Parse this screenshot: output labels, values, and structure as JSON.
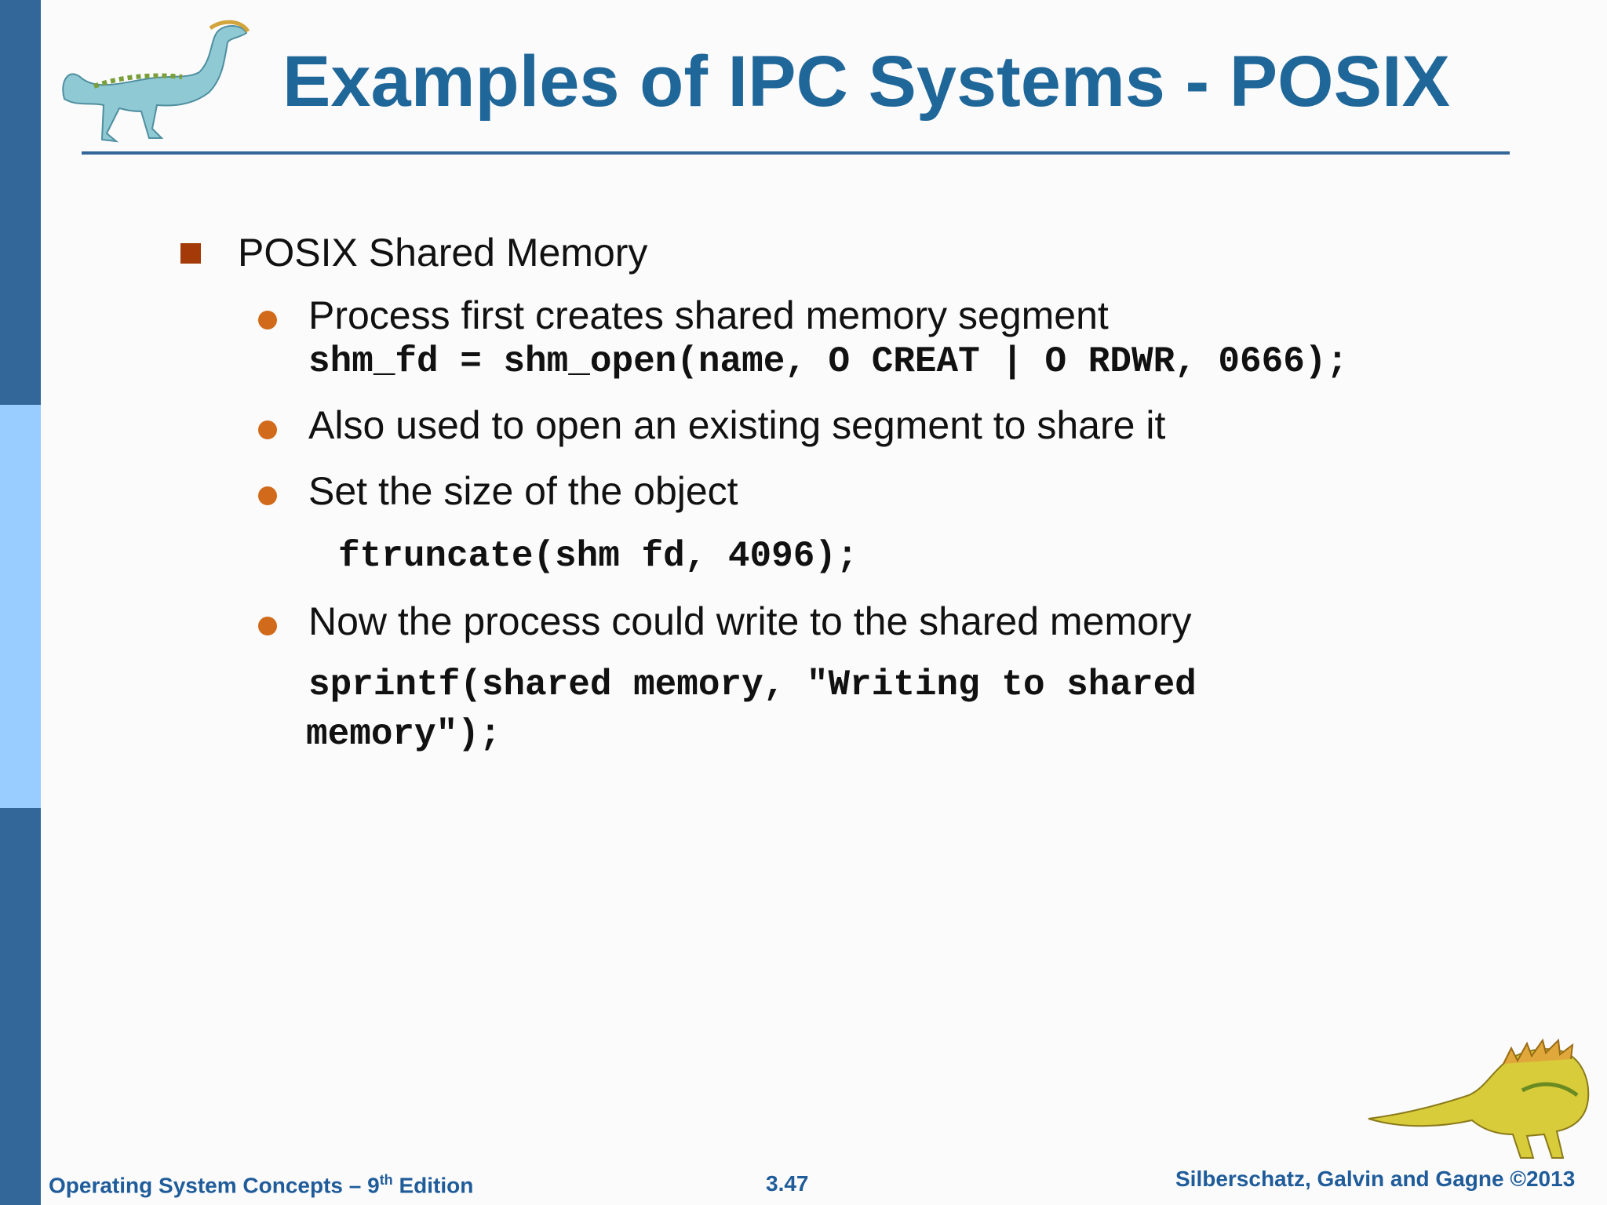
{
  "slide": {
    "title": "Examples of IPC Systems - POSIX",
    "heading": "POSIX Shared Memory",
    "points": {
      "p1": "Process first creates shared memory segment",
      "p2": "Also used to open an existing segment to share it",
      "p3": "Set the size of the object",
      "p4": "Now the process could write to the shared memory"
    },
    "code": {
      "shm_open": "shm_fd = shm_open(name, O CREAT | O RDWR, 0666);",
      "ftruncate": "ftruncate(shm fd, 4096);",
      "sprintf_line1": "sprintf(shared memory, \"Writing to shared",
      "sprintf_line2": "memory\");"
    }
  },
  "footer": {
    "book": "Operating System Concepts – 9",
    "book_sup": "th",
    "book_suffix": " Edition",
    "page": "3.47",
    "authors": "Silberschatz, Galvin and Gagne ©2013"
  },
  "colors": {
    "title": "#1f6699",
    "sidebar_dark": "#336699",
    "sidebar_light": "#99ccff",
    "bullet_square": "#a33a08",
    "bullet_dot": "#d16a1a",
    "footer_text": "#1f5c99"
  }
}
